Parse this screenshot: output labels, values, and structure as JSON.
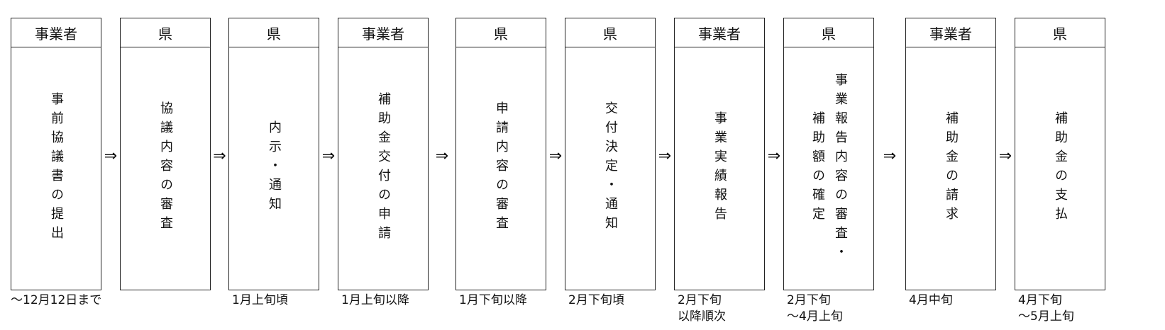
{
  "arrow_symbol": "⇒",
  "steps": [
    {
      "actor": "事業者",
      "action": [
        "事前協議書の提出"
      ],
      "date": "～12月12日まで"
    },
    {
      "actor": "県",
      "action": [
        "協議内容の審査"
      ],
      "date": ""
    },
    {
      "actor": "県",
      "action": [
        "内示・通知"
      ],
      "date": "1月上旬頃"
    },
    {
      "actor": "事業者",
      "action": [
        "補助金交付の申請"
      ],
      "date": "1月上旬以降"
    },
    {
      "actor": "県",
      "action": [
        "申請内容の審査"
      ],
      "date": "1月下旬以降"
    },
    {
      "actor": "県",
      "action": [
        "交付決定・通知"
      ],
      "date": "2月下旬頃"
    },
    {
      "actor": "事業者",
      "action": [
        "事業実績報告"
      ],
      "date": "2月下旬\n以降順次"
    },
    {
      "actor": "県",
      "action": [
        "事業報告内容の審査・",
        "補助額の確定"
      ],
      "date": "2月下旬\n～4月上旬"
    },
    {
      "actor": "事業者",
      "action": [
        "補助金の請求"
      ],
      "date": "4月中旬"
    },
    {
      "actor": "県",
      "action": [
        "補助金の支払"
      ],
      "date": "4月下旬\n～5月上旬"
    }
  ]
}
